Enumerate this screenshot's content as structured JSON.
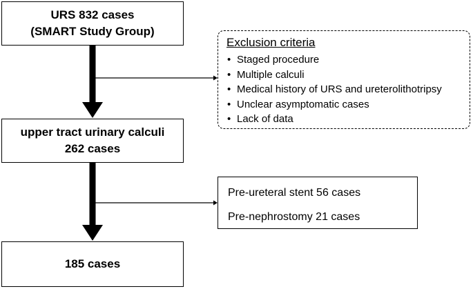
{
  "top_box": {
    "line1": "URS 832 cases",
    "line2": "(SMART Study Group)"
  },
  "middle_box": {
    "line1": "upper tract urinary calculi",
    "line2": "262 cases"
  },
  "bottom_box": {
    "line1": "185 cases"
  },
  "exclusion": {
    "title": "Exclusion criteria",
    "items": [
      "Staged procedure",
      "Multiple calculi",
      "Medical history of URS and ureterolithotripsy",
      "Unclear asymptomatic cases",
      "Lack of data"
    ]
  },
  "pre_stent": {
    "items": [
      "Pre-ureteral stent  56 cases",
      "Pre-nephrostomy 21 cases"
    ]
  }
}
